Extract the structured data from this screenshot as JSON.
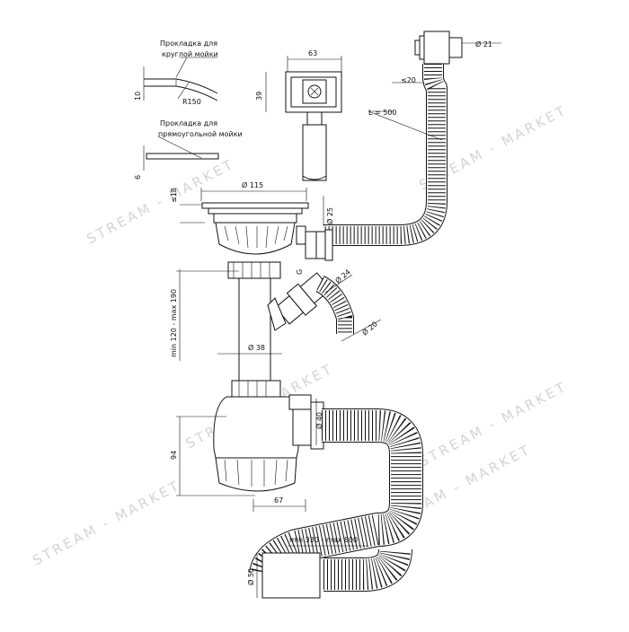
{
  "notes": {
    "round_gasket_line1": "Прокладка для",
    "round_gasket_line2": "круглой мойки",
    "rect_gasket_line1": "Прокладка для",
    "rect_gasket_line2": "прямоугольной мойки"
  },
  "dimensions": {
    "gasket_round_thickness": "10",
    "gasket_radius": "R150",
    "gasket_rect_thickness": "6",
    "overflow_width": "63",
    "overflow_height": "39",
    "overflow_connector_dia": "Ø 21",
    "overflow_offset": "≤20",
    "overflow_hose_length": "L = 500",
    "grate_dia": "Ø 115",
    "rim_height": "≤18",
    "outlet_dia": "Ø 25",
    "side_nozzle_dia": "Ø 24",
    "side_hose_dia": "Ø 20",
    "thread_mark": "G",
    "pipe_length": "min 120 - max 190",
    "pipe_dia": "Ø 38",
    "trap_outlet_dia": "Ø 40",
    "trap_height": "94",
    "trap_width": "67",
    "drain_hose_length": "min 330 - max 800",
    "drain_end_dia": "Ø 50"
  },
  "watermark": {
    "text": "STREAM - MARKET"
  }
}
